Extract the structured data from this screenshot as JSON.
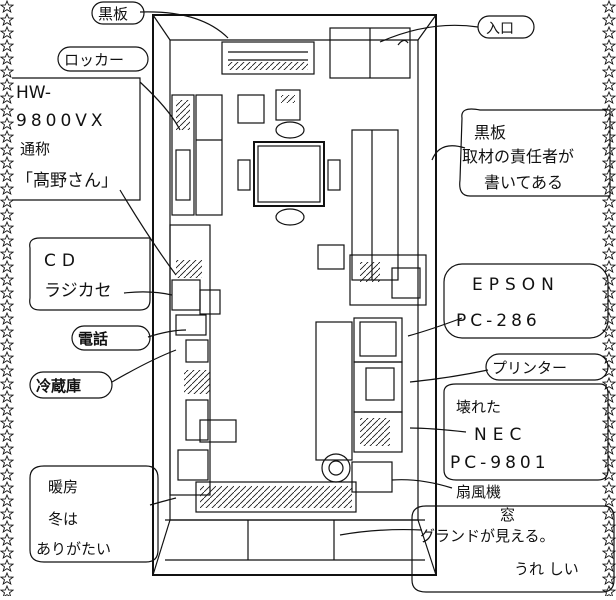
{
  "labels": {
    "blackboard_top": "黒板",
    "entrance": "入口",
    "locker": "ロッカー",
    "hw_line1": "HW-",
    "hw_line2": "9800VX",
    "hw_line3": "通称",
    "hw_line4": "「髙野さん」",
    "blackboard_right_line1": "黒板",
    "blackboard_right_line2": "取材の責任者が",
    "blackboard_right_line3": "書いてある",
    "cd_line1": "CD",
    "cd_line2": "ラジカセ",
    "epson_line1": "EPSON",
    "epson_line2": "PC-286",
    "phone": "電話",
    "printer": "プリンター",
    "fridge": "冷蔵庫",
    "broken_line1": "壊れた",
    "broken_line2": "NEC",
    "broken_line3": "PC-9801",
    "fan": "扇風機",
    "window": "窓",
    "heater_line1": "暖房",
    "heater_line2": "冬は",
    "heater_line3": "ありがたい",
    "ground_line1": "グランドが見える。",
    "ground_line2": "うれ しい"
  }
}
